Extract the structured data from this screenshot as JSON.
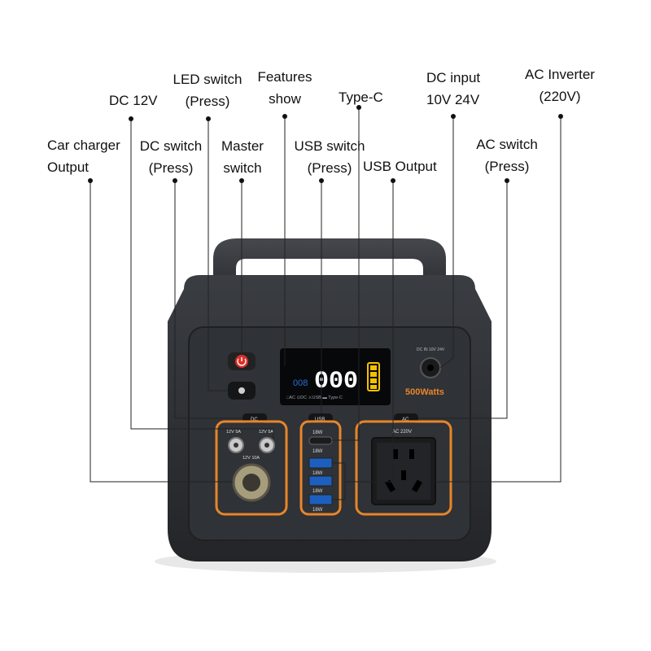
{
  "callouts": {
    "car_charger": [
      "Car charger",
      "Output"
    ],
    "dc_12v": [
      "DC 12V"
    ],
    "led_switch": [
      "LED switch",
      "(Press)"
    ],
    "dc_switch": [
      "DC switch",
      "(Press)"
    ],
    "master_switch": [
      "Master",
      "switch"
    ],
    "features_show": [
      "Features",
      "show"
    ],
    "usb_switch": [
      "USB switch",
      "(Press)"
    ],
    "type_c": [
      "Type-C"
    ],
    "usb_output": [
      "USB Output"
    ],
    "dc_input": [
      "DC input",
      "10V 24V"
    ],
    "ac_switch": [
      "AC switch",
      "(Press)"
    ],
    "ac_inverter": [
      "AC Inverter",
      "(220V)"
    ]
  },
  "device": {
    "display_digits": "000",
    "display_small": "008",
    "display_icons": "□AC  ⊙DC  ⚔USB  ▬ Type-C",
    "brand_label": "500Watts",
    "dc_in_label": "DC IN 10V 24V",
    "dc_button_label": "DC",
    "usb_button_label": "USB",
    "ac_button_label": "AC",
    "dc_port_left_label": "12V 5A",
    "dc_port_right_label": "12V 5A",
    "car_socket_label": "12V 10A",
    "usb_port_labels": [
      "18W",
      "18W",
      "18W",
      "18W",
      "18W"
    ],
    "ac_outlet_label": "AC  220V"
  },
  "colors": {
    "body": "#2c2f33",
    "panel": "#3a3d42",
    "accent_orange": "#e8852a",
    "display_blue": "#2a6fd6",
    "display_yellow": "#f2c200",
    "power_red": "#d9302a"
  }
}
